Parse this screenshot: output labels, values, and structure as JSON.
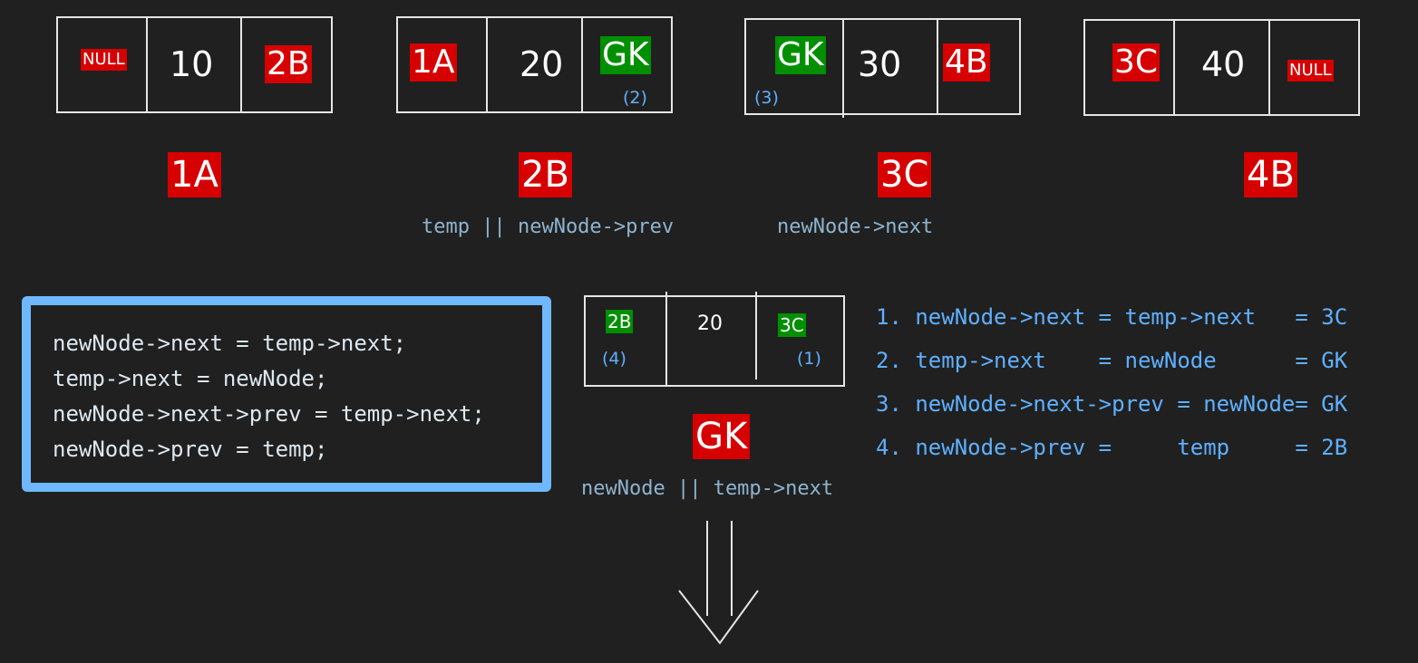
{
  "nodes": [
    {
      "prev": "NULL",
      "value": "10",
      "next": "2B",
      "address": "1A"
    },
    {
      "prev": "1A",
      "value": "20",
      "next": "GK",
      "next_note": "(2)",
      "address": "2B",
      "label": "temp || newNode->prev"
    },
    {
      "prev": "GK",
      "prev_note": "(3)",
      "value": "30",
      "next": "4B",
      "address": "3C",
      "label": "newNode->next"
    },
    {
      "prev": "3C",
      "value": "40",
      "next": "NULL",
      "address": "4B"
    }
  ],
  "new_node": {
    "prev": "2B",
    "prev_note": "(4)",
    "value": "20",
    "next": "3C",
    "next_note": "(1)",
    "address": "GK",
    "label": "newNode || temp->next"
  },
  "code": [
    "newNode->next = temp->next;",
    "temp->next = newNode;",
    "newNode->next->prev = temp->next;",
    "newNode->prev = temp;"
  ],
  "steps": [
    "1. newNode->next = temp->next   = 3C",
    "2. temp->next    = newNode      = GK",
    "3. newNode->next->prev = newNode= GK",
    "4. newNode->prev =     temp     = 2B"
  ],
  "colors": {
    "background": "#202020",
    "pointer_red": "#d60000",
    "pointer_green": "#008f00",
    "code_border": "#6fb8ff",
    "step_text": "#5fb0ff",
    "label_text": "#8fb4cf"
  },
  "icons": {
    "transition": "double-down-arrow-icon"
  }
}
